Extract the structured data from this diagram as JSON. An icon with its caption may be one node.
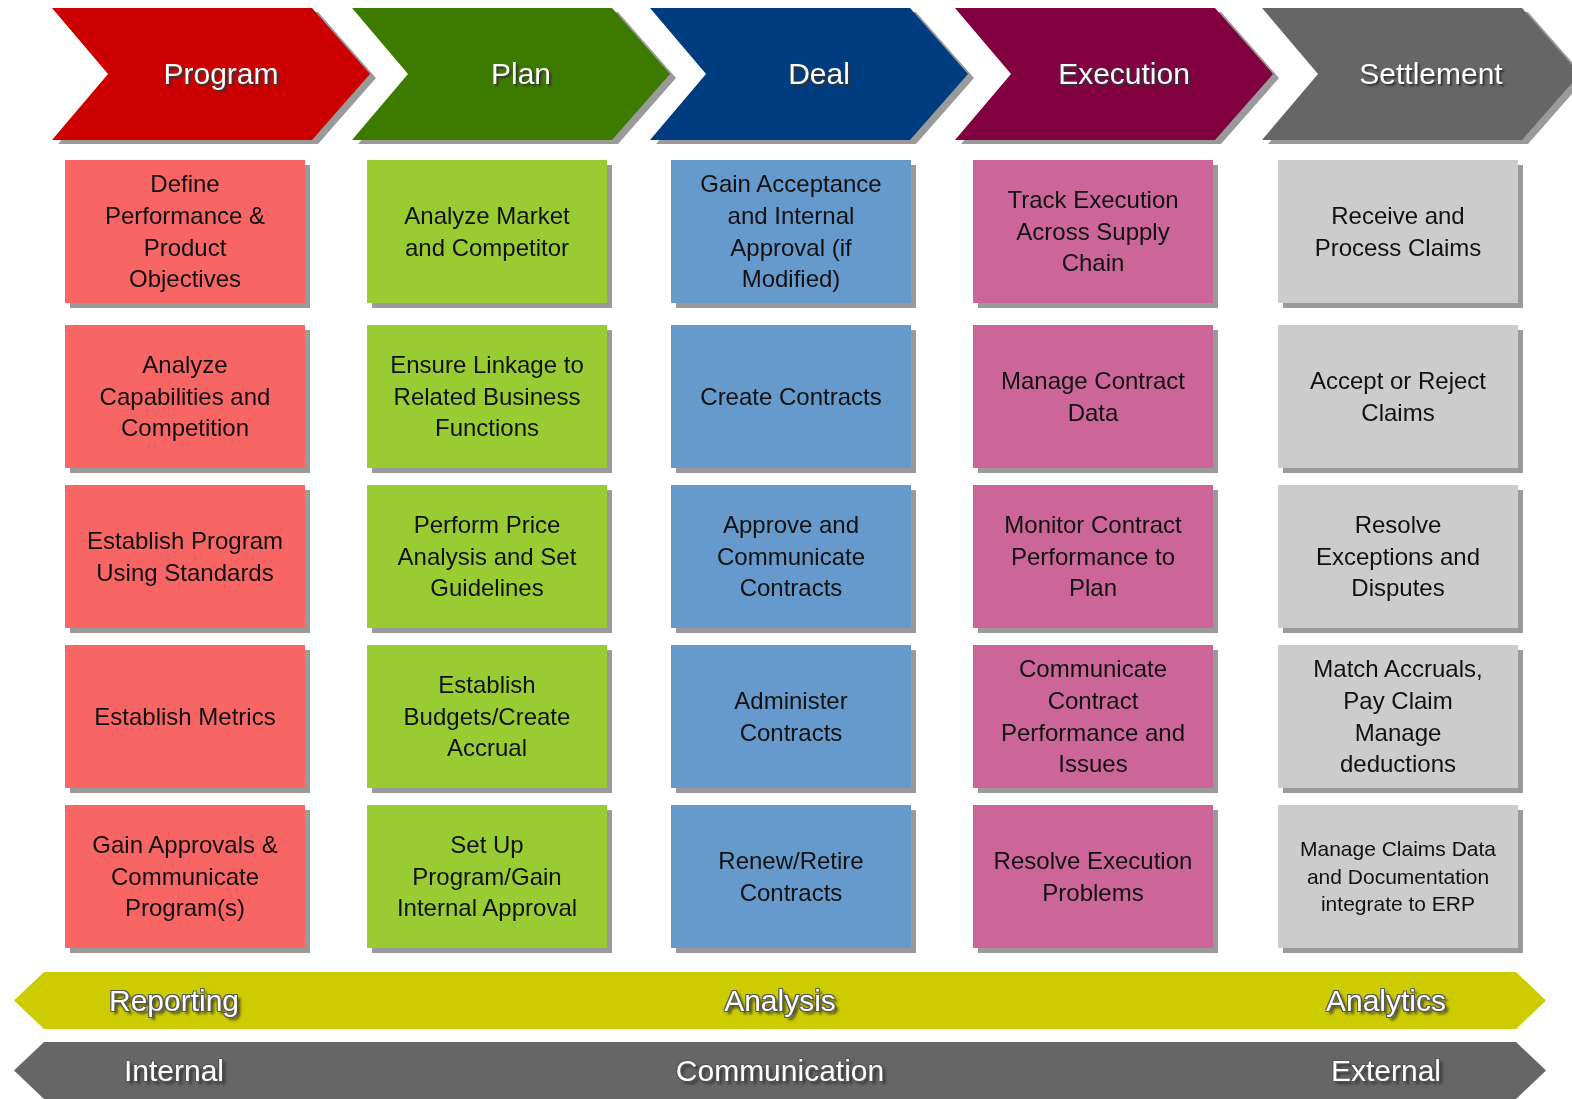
{
  "diagram": {
    "nodes": [
      {
        "text": [
          "Program"
        ]
      },
      {
        "text": [
          "Plan"
        ]
      },
      {
        "text": [
          "Deal"
        ]
      },
      {
        "text": [
          "Execution"
        ]
      },
      {
        "text": [
          "Settlement"
        ]
      },
      {
        "text": [
          "Define Performance & Product Objectives"
        ]
      },
      {
        "text": [
          "Analyze Market and Competitor"
        ]
      },
      {
        "text": [
          "Gain Acceptance and Internal Approval (if Modified)"
        ]
      },
      {
        "text": [
          "Track Execution Across Supply Chain"
        ]
      },
      {
        "text": [
          "Receive and Process Claims"
        ]
      },
      {
        "text": [
          "Analyze Capabilities and Competition"
        ]
      },
      {
        "text": [
          "Ensure Linkage to Related Business Functions"
        ]
      },
      {
        "text": [
          "Create Contracts"
        ]
      },
      {
        "text": [
          "Manage Contract Data"
        ]
      },
      {
        "text": [
          "Accept or Reject Claims"
        ]
      },
      {
        "text": [
          "Establish Program Using Standards"
        ]
      },
      {
        "text": [
          "Perform Price Analysis and Set Guidelines"
        ]
      },
      {
        "text": [
          "Approve and Communicate Contracts"
        ]
      },
      {
        "text": [
          "Monitor Contract Performance to Plan"
        ]
      },
      {
        "text": [
          "Resolve Exceptions and Disputes"
        ]
      },
      {
        "text": [
          "Establish Metrics"
        ]
      },
      {
        "text": [
          "Establish Budgets/Create Accrual"
        ]
      },
      {
        "text": [
          "Administer Contracts"
        ]
      },
      {
        "text": [
          "Communicate Contract Performance and Issues"
        ]
      },
      {
        "text": [
          "Match Accruals, Pay Claim Manage deductions"
        ]
      },
      {
        "text": [
          "Gain Approvals & Communicate Program(s)"
        ]
      },
      {
        "text": [
          "Set Up Program/Gain Internal Approval"
        ]
      },
      {
        "text": [
          "Renew/Retire Contracts"
        ]
      },
      {
        "text": [
          "Resolve Execution Problems"
        ]
      },
      {
        "text": [
          "Manage Claims Data and Documentation integrate to ERP"
        ]
      },
      {
        "text": [
          "Reporting",
          "Analysis",
          "Analytics"
        ]
      },
      {
        "text": [
          "Internal",
          "Communication",
          "External"
        ]
      }
    ]
  }
}
